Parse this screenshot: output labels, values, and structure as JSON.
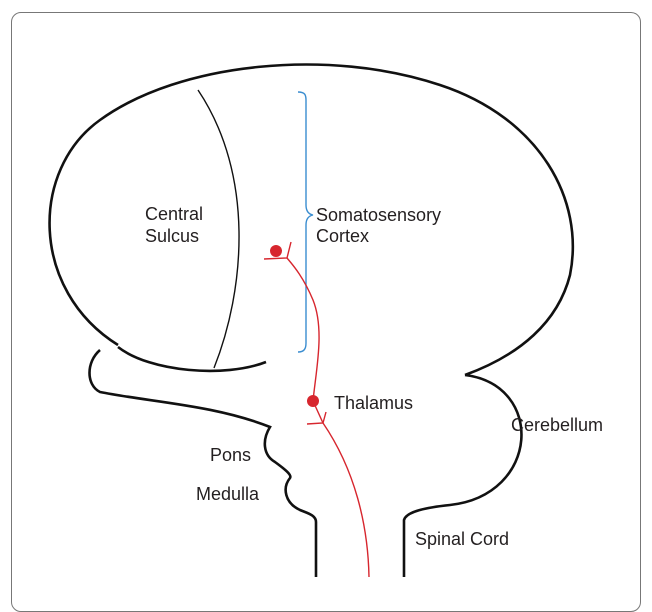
{
  "labels": {
    "central_sulcus": [
      "Central",
      "Sulcus"
    ],
    "somatosensory_cortex": [
      "Somatosensory",
      "Cortex"
    ],
    "thalamus": "Thalamus",
    "cerebellum": "Cerebellum",
    "pons": "Pons",
    "medulla": "Medulla",
    "spinal_cord": "Spinal Cord"
  },
  "colors": {
    "outline": "#111111",
    "pathway": "#d7262e",
    "bracket": "#3a8dd0",
    "text": "#231f20"
  }
}
